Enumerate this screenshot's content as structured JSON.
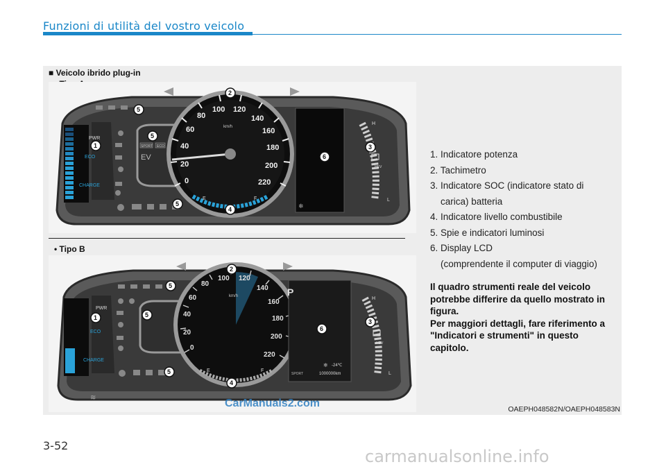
{
  "header": {
    "section_title": "Funzioni di utilità del vostro veicolo"
  },
  "figure": {
    "main_caption": "■ Veicolo ibrido plug-in",
    "type_a_label": "• Tipo A",
    "type_b_label": "• Tipo B",
    "image_code": "OAEPH048582N/OAEPH048583N"
  },
  "cluster": {
    "speed_ticks": [
      "0",
      "20",
      "40",
      "60",
      "80",
      "100",
      "120",
      "140",
      "160",
      "180",
      "200",
      "220"
    ],
    "speed_unit": "km/h",
    "power_labels": {
      "pwr": "PWR",
      "eco": "ECO",
      "charge": "CHARGE"
    },
    "mode_labels": {
      "ev": "EV",
      "sport": "SPORT",
      "eco_badge": "ECO"
    },
    "soc_labels": {
      "high": "H",
      "low": "L",
      "hev": "HEV"
    },
    "fuel_labels": {
      "empty": "E",
      "full": "F"
    },
    "lcd_b": {
      "gear": "P",
      "temp": "-24℃",
      "odometer": "1000000km",
      "mode": "SPORT"
    },
    "callouts": [
      "1",
      "2",
      "3",
      "4",
      "5",
      "6"
    ]
  },
  "legend": {
    "items": [
      "1. Indicatore potenza",
      "2. Tachimetro",
      "3. Indicatore SOC (indicatore stato di",
      "carica) batteria",
      "4. Indicatore livello combustibile",
      "5. Spie e indicatori luminosi",
      "6. Display LCD",
      "(comprendente il computer di viaggio)"
    ]
  },
  "note": {
    "line1": "Il quadro strumenti reale del veicolo potrebbe differire da quello mostrato in figura.",
    "line2": "Per maggiori dettagli, fare riferimento a \"Indicatori e strumenti\" in questo capitolo."
  },
  "watermark": "CarManuals2.com",
  "page_number": "3-52",
  "footer_mark": "carmanualsonline.info",
  "colors": {
    "accent": "#1a87c8",
    "gauge_blue": "#2aa2d8",
    "dark": "#3a3a3a"
  }
}
